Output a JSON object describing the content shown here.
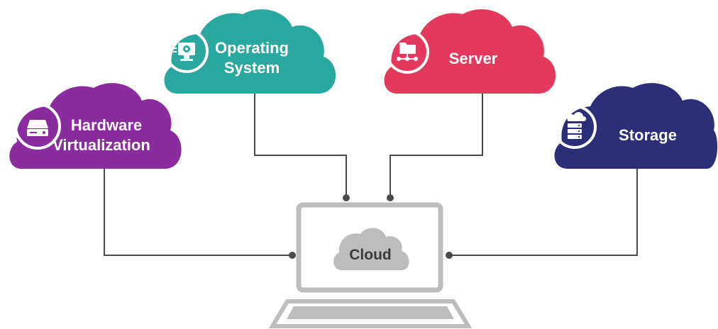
{
  "clouds": {
    "hardware": {
      "line1": "Hardware",
      "line2": "Virtualization",
      "color": "#8a2c9d",
      "icon": "hard-drive-icon"
    },
    "os": {
      "line1": "Operating",
      "line2": "System",
      "color": "#2aa8a0",
      "icon": "computer-settings-icon"
    },
    "server": {
      "line1": "Server",
      "color": "#e2395c",
      "icon": "folder-network-icon"
    },
    "storage": {
      "line1": "Storage",
      "color": "#2c2e78",
      "icon": "cloud-server-icon"
    }
  },
  "center": {
    "label": "Cloud",
    "cloud_color": "#bdbdbd",
    "laptop_color": "#bdbdbd"
  },
  "connector_color": "#4a4a4a"
}
